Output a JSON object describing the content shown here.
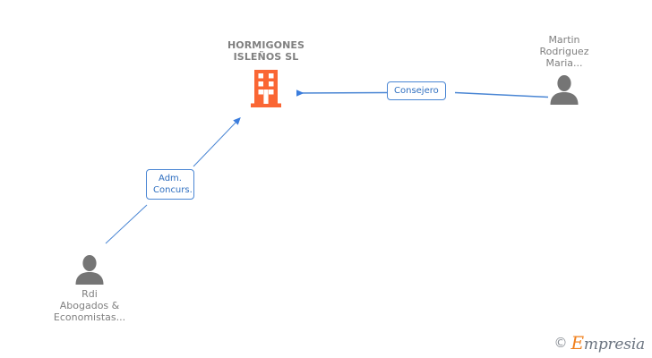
{
  "diagram": {
    "type": "relationship-graph",
    "background_color": "#ffffff",
    "company": {
      "name": "HORMIGONES\nISLEÑOS SL",
      "icon": "building-icon",
      "icon_color": "#fa6634",
      "label_color": "#808080"
    },
    "people": [
      {
        "id": "martin-rodriguez",
        "name": "Martin\nRodriguez\nMaria...",
        "icon": "person-icon",
        "icon_color": "#757575",
        "position": "right"
      },
      {
        "id": "rdi-abogados",
        "name": "Rdi\nAbogados &\nEconomistas...",
        "icon": "person-icon",
        "icon_color": "#757575",
        "position": "bottom-left"
      }
    ],
    "edges": [
      {
        "id": "edge-consejero",
        "label": "Consejero",
        "from": "martin-rodriguez",
        "to": "company",
        "color": "#4a86d4",
        "label_text_color": "#2f6fc0"
      },
      {
        "id": "edge-adm-concurs",
        "label": "Adm.\nConcurs.",
        "from": "rdi-abogados",
        "to": "company",
        "color": "#4a86d4",
        "label_text_color": "#2f6fc0"
      }
    ]
  },
  "watermark": {
    "copyright": "©",
    "brand_first_letter": "E",
    "brand_rest": "mpresia",
    "accent_color": "#f0801e",
    "text_color": "#6b7480"
  }
}
